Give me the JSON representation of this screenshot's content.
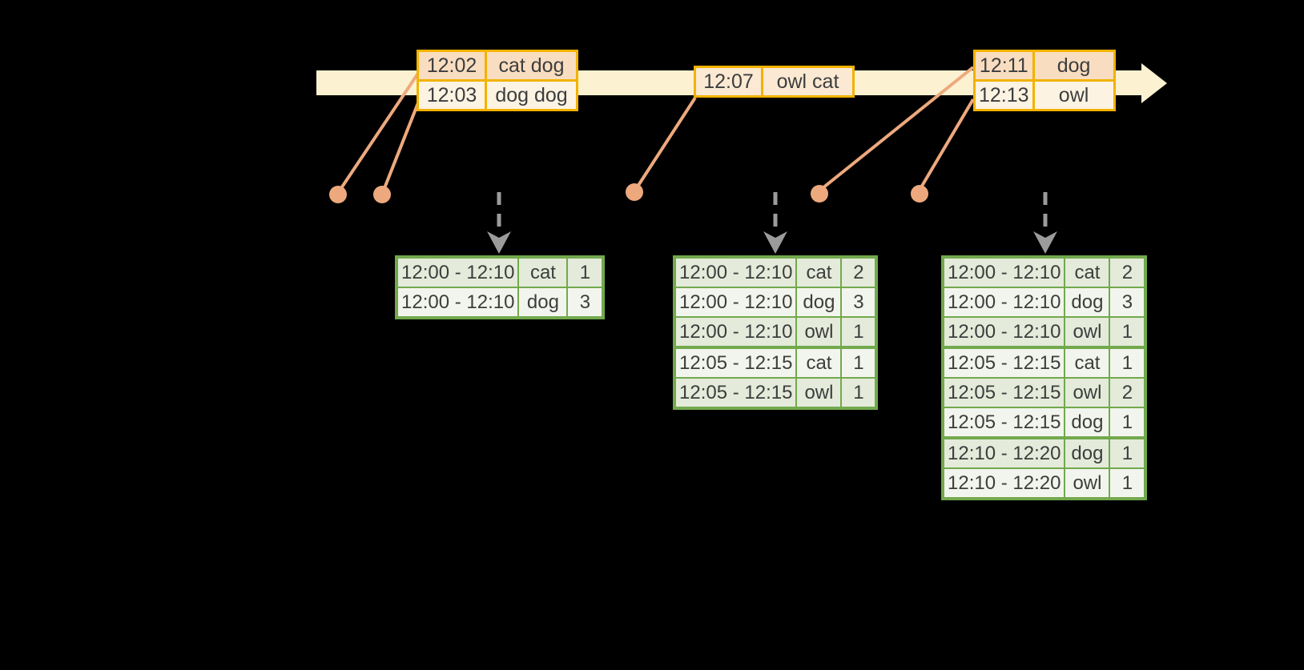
{
  "colors": {
    "background": "#000000",
    "timeline_band": "#fcf2d1",
    "event_table_border": "#f2b200",
    "event_row_dark": "#f8ddc0",
    "event_row_light": "#fdf3e2",
    "event_row_single": "#fbe9d3",
    "leader_dot": "#eda97d",
    "result_table_border": "#72a94d",
    "result_row_dark": "#e4ebda",
    "result_row_light": "#f2f5ed",
    "trigger_arrow_gray": "#9b9b9b",
    "text": "#3d3d3d"
  },
  "icons": {
    "timeline_arrowhead": "right-arrow",
    "trigger_arrow": "dashed-down-arrow",
    "event_marker": "dot"
  },
  "event_tables": [
    {
      "rows": [
        [
          "12:02",
          "cat dog"
        ],
        [
          "12:03",
          "dog dog"
        ]
      ]
    },
    {
      "rows": [
        [
          "12:07",
          "owl cat"
        ]
      ]
    },
    {
      "rows": [
        [
          "12:11",
          "dog"
        ],
        [
          "12:13",
          "owl"
        ]
      ]
    }
  ],
  "result_tables": [
    {
      "rows": [
        [
          "12:00 - 12:10",
          "cat",
          "1"
        ],
        [
          "12:00 - 12:10",
          "dog",
          "3"
        ]
      ],
      "group_starts": []
    },
    {
      "rows": [
        [
          "12:00 - 12:10",
          "cat",
          "2"
        ],
        [
          "12:00 - 12:10",
          "dog",
          "3"
        ],
        [
          "12:00 - 12:10",
          "owl",
          "1"
        ],
        [
          "12:05 - 12:15",
          "cat",
          "1"
        ],
        [
          "12:05 - 12:15",
          "owl",
          "1"
        ]
      ],
      "group_starts": [
        3
      ]
    },
    {
      "rows": [
        [
          "12:00 - 12:10",
          "cat",
          "2"
        ],
        [
          "12:00 - 12:10",
          "dog",
          "3"
        ],
        [
          "12:00 - 12:10",
          "owl",
          "1"
        ],
        [
          "12:05 - 12:15",
          "cat",
          "1"
        ],
        [
          "12:05 - 12:15",
          "owl",
          "2"
        ],
        [
          "12:05 - 12:15",
          "dog",
          "1"
        ],
        [
          "12:10 - 12:20",
          "dog",
          "1"
        ],
        [
          "12:10 - 12:20",
          "owl",
          "1"
        ]
      ],
      "group_starts": [
        3,
        6
      ]
    }
  ]
}
